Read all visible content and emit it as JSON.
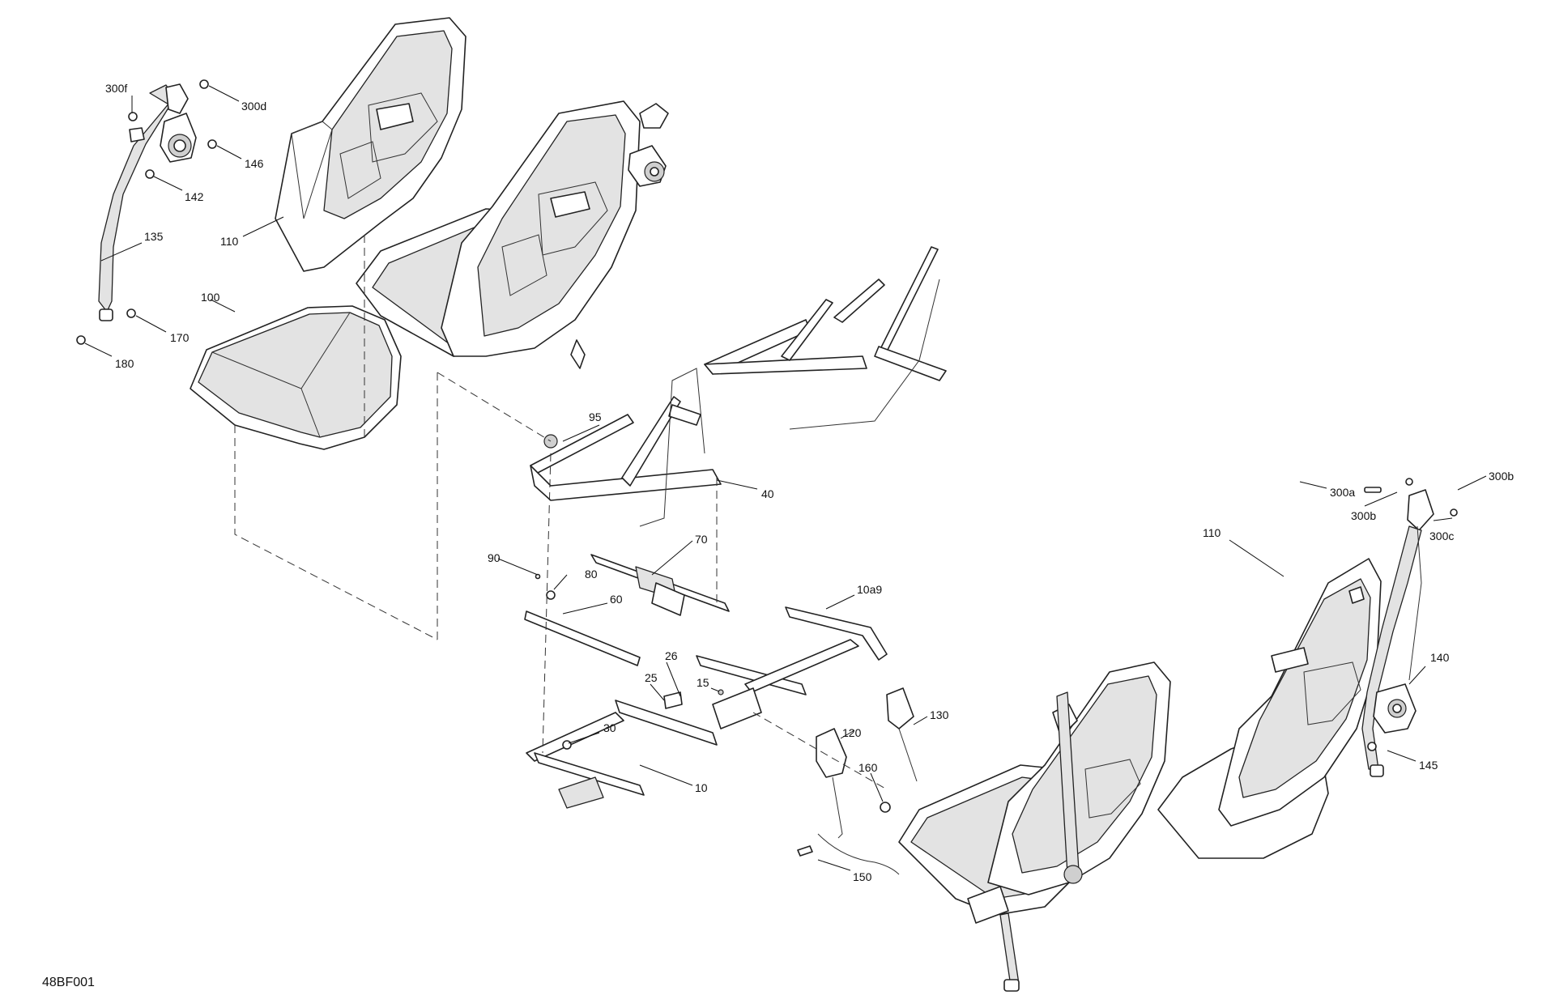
{
  "diagram": {
    "code": "48BF001",
    "callouts": [
      "300f",
      "300d",
      "146",
      "142",
      "110",
      "135",
      "100",
      "170",
      "180",
      "95",
      "40",
      "90",
      "80",
      "70",
      "60",
      "10a9",
      "26",
      "25",
      "15",
      "30",
      "10",
      "120",
      "130",
      "160",
      "150",
      "300a",
      "300b",
      "300b",
      "300c",
      "110",
      "140",
      "145"
    ]
  }
}
